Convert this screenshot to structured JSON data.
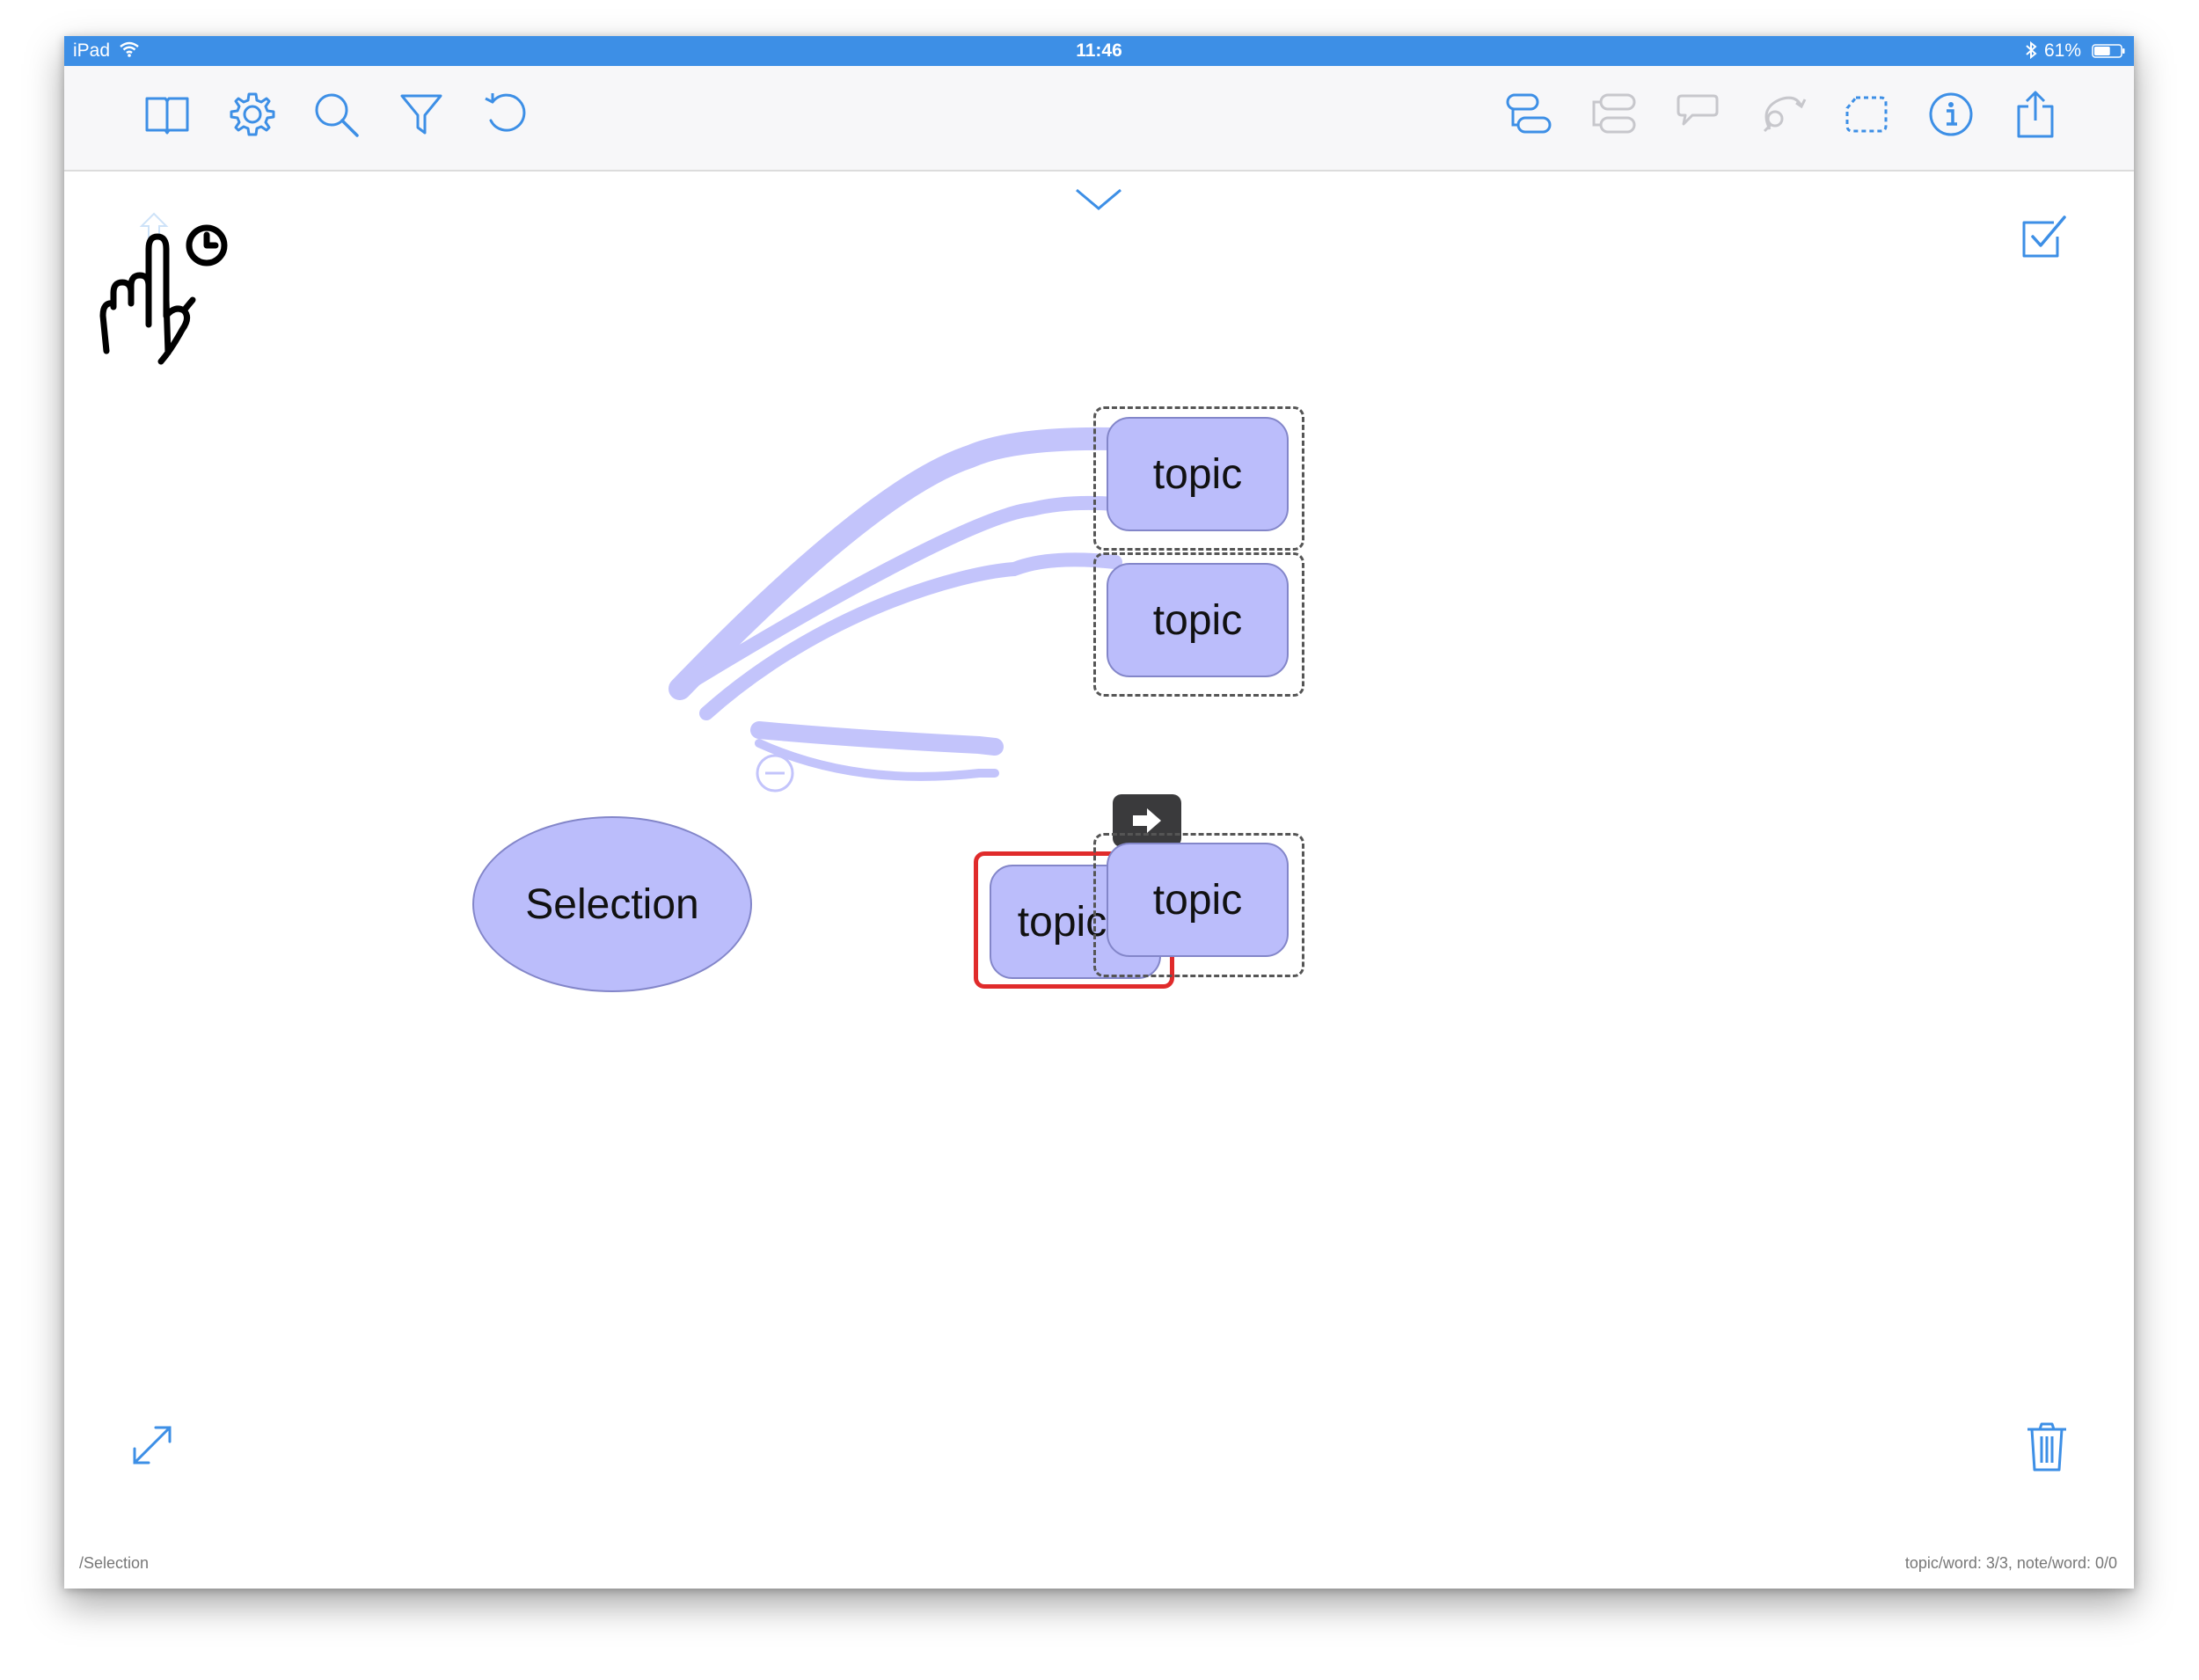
{
  "status_bar": {
    "device": "iPad",
    "time": "11:46",
    "battery": "61%",
    "battery_level": 0.61
  },
  "toolbar": {
    "left_icons": [
      "book-icon",
      "gear-icon",
      "search-icon",
      "filter-icon",
      "undo-icon"
    ],
    "right_icons": [
      "add-child-icon",
      "add-sibling-icon",
      "callout-icon",
      "relationship-icon",
      "boundary-icon",
      "info-icon",
      "share-icon"
    ]
  },
  "map": {
    "root_label": "Selection",
    "topics": [
      {
        "label": "topic"
      },
      {
        "label": "topic"
      },
      {
        "label": "topic"
      },
      {
        "label": "topic"
      }
    ]
  },
  "footer": {
    "path": "/Selection",
    "counts": "topic/word: 3/3, note/word: 0/0"
  },
  "colors": {
    "accent": "#3d8fe6",
    "topic_fill": "#bbbdfb",
    "branch": "#c3c4fb",
    "selection_red": "#e02b2b"
  }
}
